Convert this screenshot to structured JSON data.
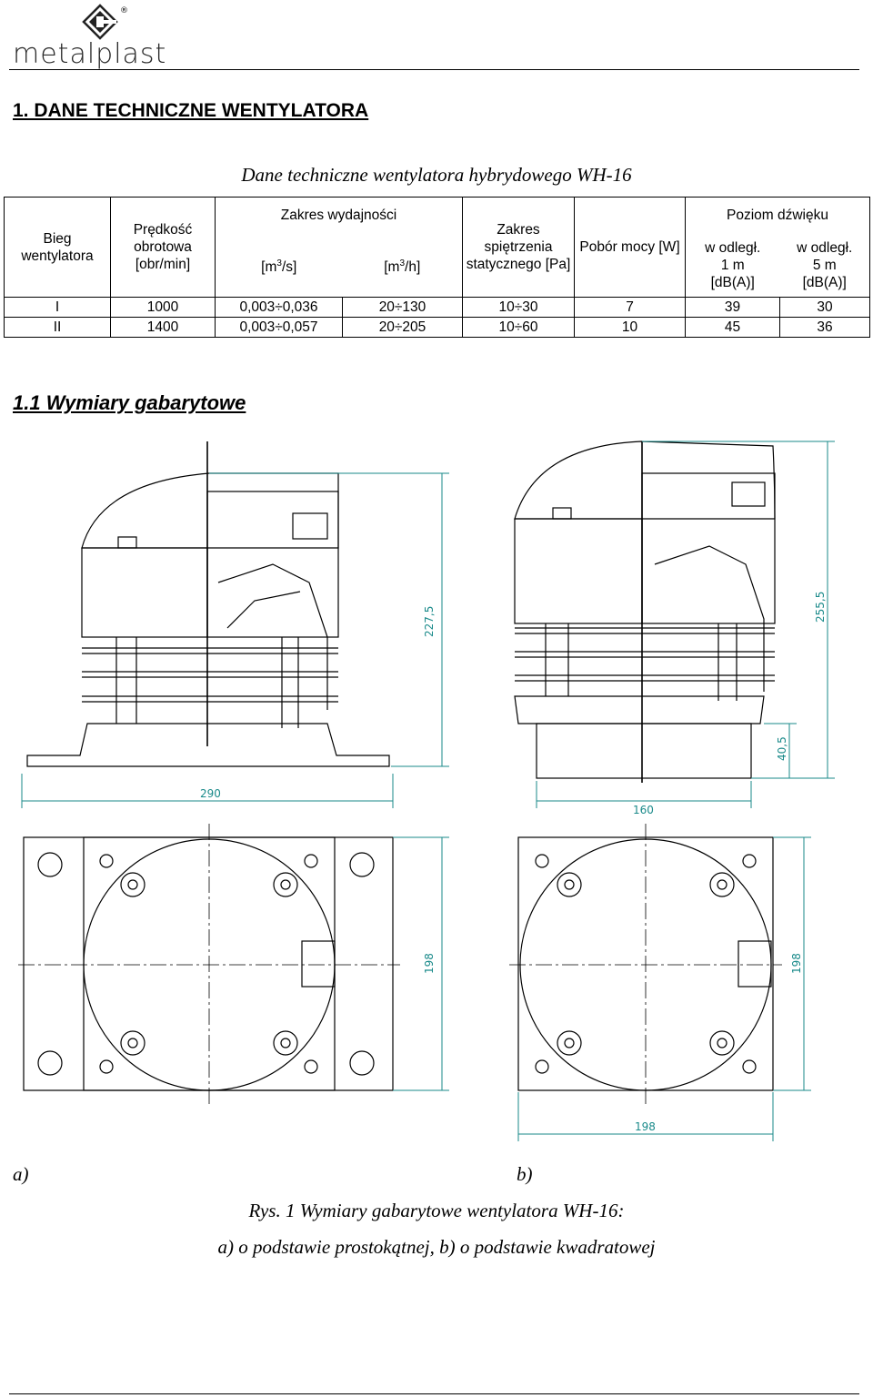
{
  "header": {
    "logo_text": "metalplast",
    "registered_mark": "®"
  },
  "section_title": "1. DANE TECHNICZNE WENTYLATORA",
  "table": {
    "caption": "Dane techniczne wentylatora hybrydowego WH-16",
    "headers": {
      "bieg": "Bieg wentylatora",
      "predkosc": "Prędkość obrotowa [obr/min]",
      "zakres_wydajnosci": "Zakres wydajności",
      "unit_m3s_base": "[m",
      "unit_m3s_tail": "/s]",
      "unit_m3h_base": "[m",
      "unit_m3h_tail": "/h]",
      "sup3": "3",
      "spietrzenie": "Zakres spiętrzenia statycznego [Pa]",
      "pobor": "Pobór mocy [W]",
      "poziom": "Poziom dźwięku",
      "odl1_a": "w odległ.",
      "odl1_b": "1 m",
      "odl1_c": "[dB(A)]",
      "odl5_a": "w odległ.",
      "odl5_b": "5 m",
      "odl5_c": "[dB(A)]"
    },
    "rows": [
      {
        "bieg": "I",
        "rpm": "1000",
        "m3s": "0,003÷0,036",
        "m3h": "20÷130",
        "pa": "10÷30",
        "w": "7",
        "db1": "39",
        "db5": "30"
      },
      {
        "bieg": "II",
        "rpm": "1400",
        "m3s": "0,003÷0,057",
        "m3h": "20÷205",
        "pa": "10÷60",
        "w": "10",
        "db1": "45",
        "db5": "36"
      }
    ]
  },
  "subsection_title": "1.1 Wymiary gabarytowe",
  "drawing_dims": {
    "a_height": "227,5",
    "a_width": "290",
    "a_depth": "198",
    "b_height": "255,5",
    "b_base": "40,5",
    "b_width": "160",
    "b_depth": "198",
    "b_plan_width": "198"
  },
  "figure": {
    "label_a": "a)",
    "label_b": "b)",
    "caption_line1": "Rys. 1 Wymiary gabarytowe wentylatora WH-16:",
    "caption_line2": "a) o podstawie prostokątnej, b) o podstawie kwadratowej"
  },
  "colors": {
    "dimension": "#1a8a8a",
    "line": "#000000"
  }
}
